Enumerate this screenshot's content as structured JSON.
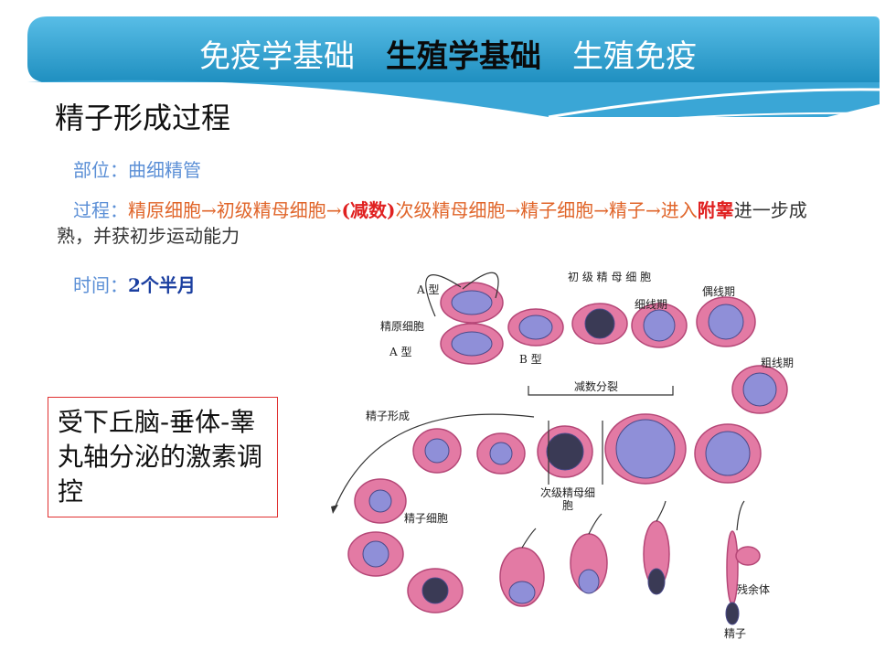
{
  "header": {
    "tabs": [
      {
        "label": "免疫学基础",
        "active": false
      },
      {
        "label": "生殖学基础",
        "active": true
      },
      {
        "label": "生殖免疫",
        "active": false
      }
    ]
  },
  "slide": {
    "title": "精子形成过程",
    "location_label": "部位：",
    "location_value": "曲细精管",
    "process_label": "过程：",
    "process_parts": [
      "精原细胞→初级精母细胞→",
      "(减数)",
      "次级精母细胞→精子细胞→精子→进入",
      "附睾",
      "进一步成熟，并获初步运动能力"
    ],
    "time_label": "时间：",
    "time_value": "2个半月",
    "note": "受下丘脑-垂体-睾丸轴分泌的激素调控"
  },
  "diagram": {
    "labels": {
      "a_type_top": "A 型",
      "spermatogonia": "精原细胞",
      "a_type": "A 型",
      "b_type": "B 型",
      "primary": "初 级 精 母 细 胞",
      "leptotene": "细线期",
      "zygotene": "偶线期",
      "pachytene": "粗线期",
      "meiosis": "减数分裂",
      "spermiogenesis": "精子形成",
      "secondary": "次级精母细胞",
      "spermatid": "精子细胞",
      "residual": "残余体",
      "sperm": "精子"
    }
  },
  "colors": {
    "banner": "#35a9d6",
    "cell_pink": "#e37aa4",
    "nucleus": "#8f8fd8",
    "accent_orange": "#e0652a",
    "accent_red": "#e02020",
    "accent_blue": "#2a62c8"
  }
}
